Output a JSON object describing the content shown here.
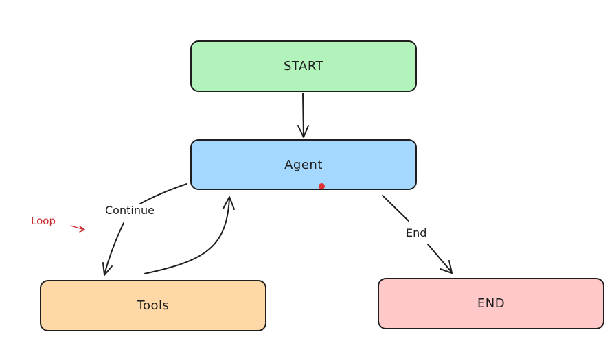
{
  "nodes": {
    "start": {
      "label": "START",
      "fill": "#b2f2bb"
    },
    "agent": {
      "label": "Agent",
      "fill": "#a5d8ff"
    },
    "tools": {
      "label": "Tools",
      "fill": "#ffd8a8"
    },
    "end": {
      "label": "END",
      "fill": "#ffc9c9"
    }
  },
  "edges": {
    "continue_label": "Continue",
    "end_label": "End"
  },
  "annotation": {
    "text": "Loop",
    "color": "#c92a2a"
  },
  "colors": {
    "stroke": "#1e1e1e",
    "pointer": "#e03131"
  }
}
